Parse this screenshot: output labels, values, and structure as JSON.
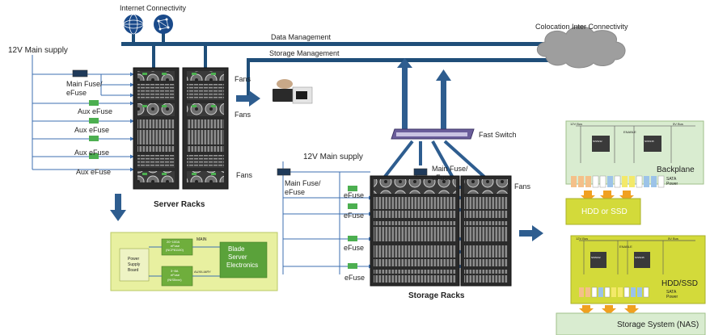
{
  "labels": {
    "internet": "Internet Connectivity",
    "colocation": "Colocation Inter Connectivity",
    "data_mgmt": "Data Management",
    "storage_mgmt": "Storage Management",
    "main_supply_left": "12V Main supply",
    "main_fuse_left_1": "Main Fuse/",
    "main_fuse_left_2": "eFuse",
    "aux_efuse_1": "Aux eFuse",
    "aux_efuse_2": "Aux eFuse",
    "aux_efuse_3": "Aux eFuse",
    "aux_efuse_4": "Aux eFuse",
    "fans_1": "Fans",
    "fans_2": "Fans",
    "fans_3": "Fans",
    "server_racks": "Server Racks",
    "fast_switch": "Fast Switch",
    "main_supply_mid": "12V Main supply",
    "main_fuse_mid_1": "Main Fuse/",
    "main_fuse_mid_2": "eFuse",
    "main_fuse_right_1": "Main Fuse/",
    "main_fuse_right_2": "eFuse",
    "efuse_1": "eFuse",
    "efuse_2": "eFuse",
    "efuse_3": "eFuse",
    "efuse_4": "eFuse",
    "fans_storage": "Fans",
    "storage_racks": "Storage Racks",
    "blade_server_1": "Blade",
    "blade_server_2": "Server",
    "blade_server_3": "Electronics",
    "power_supply_1": "Power",
    "power_supply_2": "Supply",
    "power_supply_3": "Board",
    "main": "MAIN",
    "auxiliary": "AUXILIARY",
    "efuse_top_1": "20~100A",
    "efuse_top_2": "eFuse",
    "efuse_top_3": "(NCP81100)",
    "efuse_bot_1": "3~8A",
    "efuse_bot_2": "eFuse",
    "efuse_bot_3": "(NIS5xxx)",
    "backplane": "Backplane",
    "hdd_or_ssd": "HDD or SSD",
    "sata_power_1": "SATA",
    "sata_power_2": "Power",
    "hdd_ssd": "HDD/SSD",
    "storage_system": "Storage System (NAS)",
    "sata_power_3": "SATA",
    "sata_power_4": "Power",
    "rail_12v_a": "12V Bus",
    "rail_5v_a": "5V Bus",
    "rail_12v_b": "12V Bus",
    "rail_5v_b": "5V Bus",
    "enable_a": "ENABLE",
    "enable_b": "ENABLE",
    "chip_a1": "NIS5232",
    "chip_a2": "NIS5135",
    "chip_b1": "NIS5232",
    "chip_b2": "NIS5135"
  },
  "colors": {
    "bus_blue": "#1f4e79",
    "arrow_blue": "#2e5d8f",
    "efuse_green": "#4caf50",
    "line_blue": "#3c6fb0",
    "panel_yellow": "#e8f0a0",
    "panel_green": "#d9ecd0",
    "cloud_gray": "#9e9e9e"
  }
}
